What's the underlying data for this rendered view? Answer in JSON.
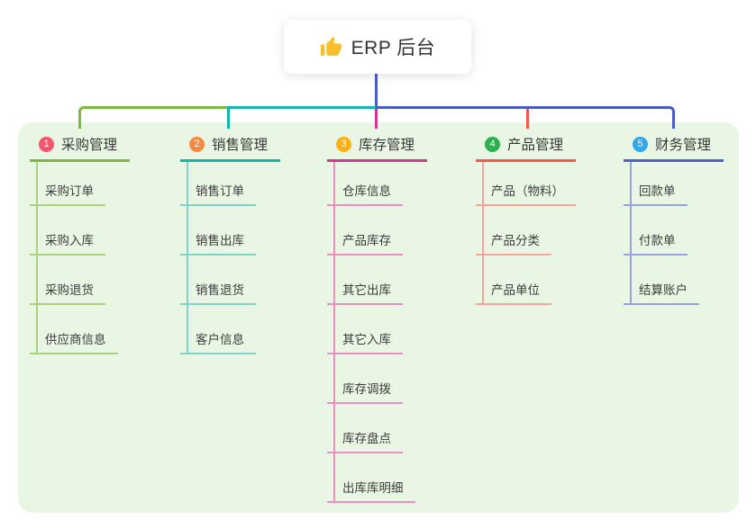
{
  "root_node": {
    "icon": "thumbs-up-icon",
    "title": "ERP 后台"
  },
  "colors": {
    "trunk": "#4b5bc6",
    "panel_bg": "#e9f6e3",
    "card_bg": "#ffffff",
    "title_text": "#3a3a3a",
    "item_text": "#3d3d3d",
    "icon_yellow": "#f9be2b"
  },
  "branches": [
    {
      "num": "1",
      "label": "采购管理",
      "badge_color": "#f5566d",
      "line_strong": "#7cb93e",
      "line_light": "#a9d47f",
      "children": [
        "采购订单",
        "采购入库",
        "采购退货",
        "供应商信息"
      ]
    },
    {
      "num": "2",
      "label": "销售管理",
      "badge_color": "#f98841",
      "line_strong": "#14b5ad",
      "line_light": "#7fd3cb",
      "children": [
        "销售订单",
        "销售出库",
        "销售退货",
        "客户信息"
      ]
    },
    {
      "num": "3",
      "label": "库存管理",
      "badge_color": "#fbb016",
      "line_strong": "#d63690",
      "line_light": "#e98fc2",
      "children": [
        "仓库信息",
        "产品库存",
        "其它出库",
        "其它入库",
        "库存调拨",
        "库存盘点",
        "出库库明细"
      ]
    },
    {
      "num": "4",
      "label": "产品管理",
      "badge_color": "#2db14f",
      "line_strong": "#f8564e",
      "line_light": "#fba29a",
      "children": [
        "产品（物料）",
        "产品分类",
        "产品单位"
      ]
    },
    {
      "num": "5",
      "label": "财务管理",
      "badge_color": "#2fa7eb",
      "line_strong": "#4a62d3",
      "line_light": "#94a5de",
      "children": [
        "回款单",
        "付款单",
        "结算账户"
      ]
    }
  ]
}
